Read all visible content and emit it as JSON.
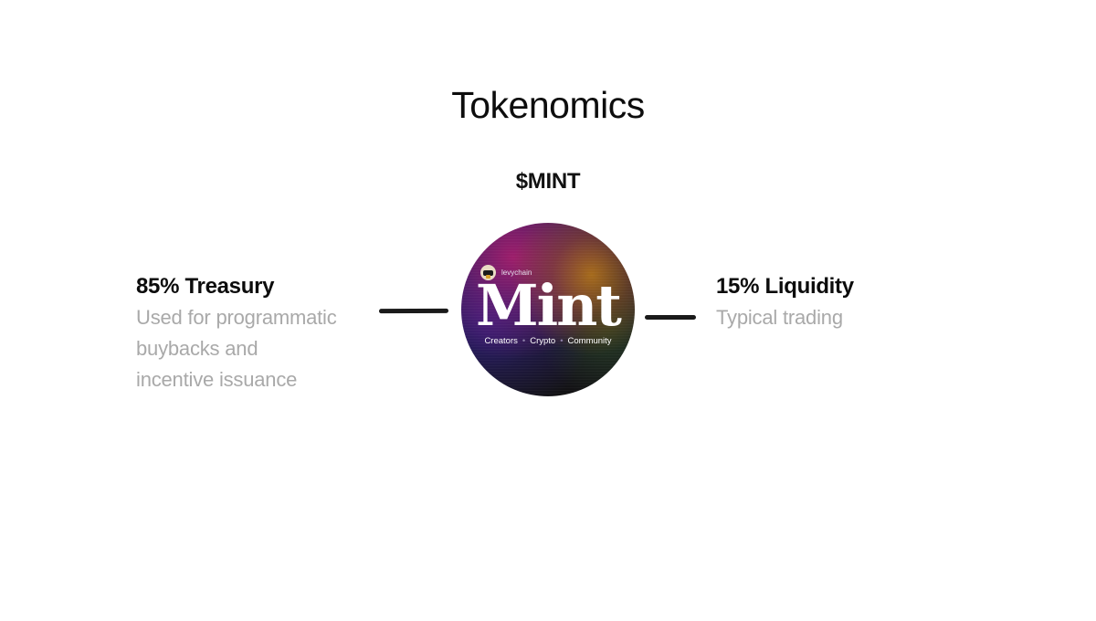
{
  "title": "Tokenomics",
  "token": {
    "symbol": "$MINT",
    "logo": {
      "brand": "levychain",
      "avatar_icon": "duck-avatar-icon",
      "wordmark": "Mint",
      "tagline": [
        "Creators",
        "Crypto",
        "Community"
      ],
      "separator": "•",
      "colors": {
        "magenta": "#aa1e6e",
        "orange": "#b97814",
        "indigo": "#32208a",
        "dark": "#121212"
      }
    }
  },
  "allocations": [
    {
      "percent": "85%",
      "label": "Treasury",
      "heading": "85% Treasury",
      "description_lines": [
        "Used for programmatic",
        "buybacks and",
        "incentive issuance"
      ]
    },
    {
      "percent": "15%",
      "label": "Liquidity",
      "heading": "15% Liquidity",
      "description_lines": [
        "Typical trading"
      ]
    }
  ],
  "colors": {
    "heading": "#0c0c0c",
    "description": "#a9a9a9",
    "connector": "#1a1a1a",
    "background": "#ffffff"
  }
}
